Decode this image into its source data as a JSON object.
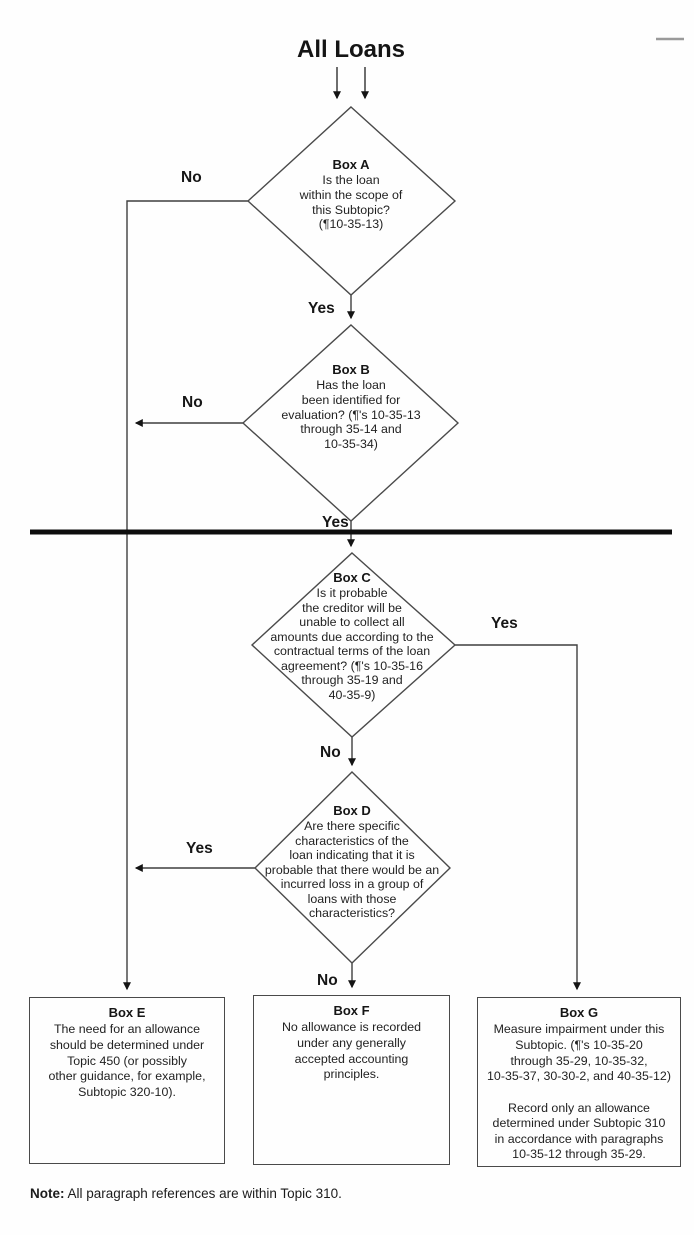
{
  "title": "All Loans",
  "nodes": {
    "a": {
      "title": "Box A",
      "body": "Is the loan\nwithin the scope of\nthis Subtopic?\n(¶10-35-13)"
    },
    "b": {
      "title": "Box B",
      "body": "Has the loan\nbeen identified for\nevaluation? (¶'s 10-35-13\nthrough 35-14 and\n10-35-34)"
    },
    "c": {
      "title": "Box C",
      "body": "Is it probable\nthe creditor will be\nunable to collect all\namounts due according to the\ncontractual terms of the loan\nagreement? (¶'s 10-35-16\nthrough 35-19 and\n40-35-9)"
    },
    "d": {
      "title": "Box D",
      "body": "Are there specific\ncharacteristics of the\nloan indicating that it is\nprobable that there would be an\nincurred loss in a group of\nloans with those\ncharacteristics?"
    },
    "e": {
      "title": "Box E",
      "body": "The need for an allowance\nshould be determined under\nTopic 450 (or possibly\nother guidance, for example,\nSubtopic 320-10)."
    },
    "f": {
      "title": "Box F",
      "body": "No allowance is recorded\nunder any generally\naccepted accounting\nprinciples."
    },
    "g": {
      "title": "Box G",
      "body": "Measure impairment under this\nSubtopic. (¶'s 10-35-20\nthrough 35-29, 10-35-32,\n10-35-37, 30-30-2, and 40-35-12)\n\nRecord only an allowance\ndetermined under Subtopic 310\nin accordance with paragraphs\n10-35-12 through 35-29."
    }
  },
  "labels": {
    "a_no": "No",
    "a_yes": "Yes",
    "b_no": "No",
    "b_yes": "Yes",
    "c_yes": "Yes",
    "c_no": "No",
    "d_yes": "Yes",
    "d_no": "No"
  },
  "note": {
    "label": "Note:",
    "text": " All paragraph references are within Topic 310."
  },
  "colors": {
    "line": "#3f3f3f",
    "text": "#1a1a1a",
    "divider": "#0d0d0d",
    "dash": "#9a9a9a"
  }
}
